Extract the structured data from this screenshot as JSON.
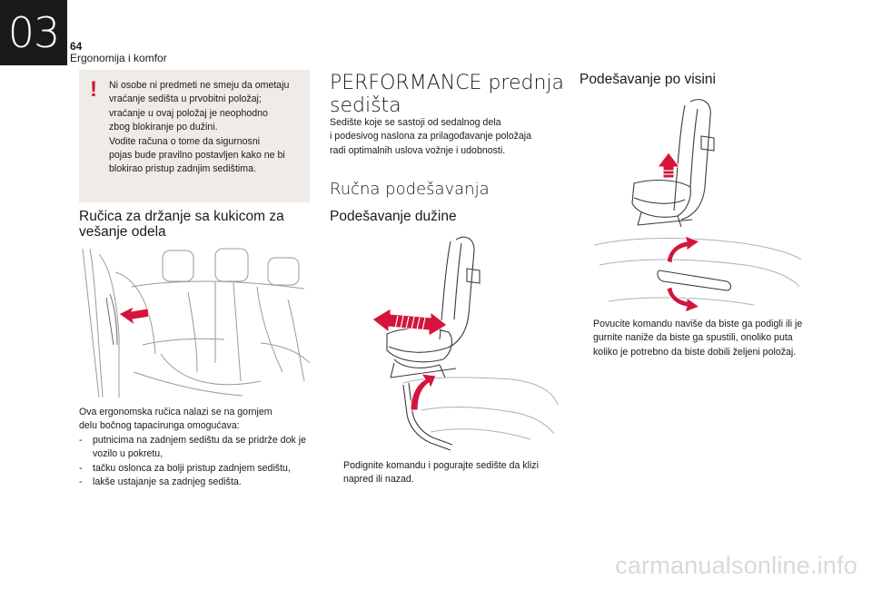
{
  "header": {
    "chapter_number": "03",
    "page_number": "64",
    "section_title": "Ergonomija i komfor"
  },
  "warning": {
    "mark": "!",
    "lines": [
      "Ni osobe ni predmeti ne smeju da ometaju",
      "vraćanje sedišta u prvobitni položaj;",
      "vraćanje u ovaj položaj je neophodno",
      "zbog blokiranje po dužini.",
      "Vodite računa o tome da sigurnosni",
      "pojas bude pravilno postavljen kako ne bi",
      "blokirao pristup zadnjim sedištima."
    ]
  },
  "left_column": {
    "heading": "Ručica za držanje sa kukicom za vešanje odela",
    "intro_lines": [
      "Ova ergonomska ručica nalazi se na gornjem",
      "delu bočnog tapacirunga omogućava:"
    ],
    "items": [
      "putnicima na zadnjem sedištu da se pridrže dok je vozilo u pokretu,",
      "tačku oslonca za bolji pristup zadnjem sedištu,",
      "lakše ustajanje sa zadnjeg sedišta."
    ]
  },
  "middle_column": {
    "title": "PERFORMANCE prednja sedišta",
    "intro_lines": [
      "Sedište koje se sastoji od sedalnog dela",
      "i podesivog naslona za prilagođavanje položaja",
      "radi optimalnih uslova vožnje i udobnosti."
    ],
    "subtitle": "Ručna podešavanja",
    "subheading": "Podešavanje dužine",
    "bullet_mark": "",
    "bullet_text": "Podignite komandu i pogurajte sedište da klizi napred ili nazad."
  },
  "right_column": {
    "subheading": "Podešavanje po visini",
    "bullet_mark": "",
    "bullet_text": "Povucite komandu naviše da biste ga podigli ili je gurnite naniže da biste ga spustili, onoliko puta koliko je potrebno da biste dobili željeni položaj."
  },
  "colors": {
    "warning_mark": "#d4143c",
    "warning_background": "#efece8",
    "arrow_fill": "#d4143c",
    "chapter_tab": "#1a1a1a"
  },
  "watermark": "carmanualsonline.info"
}
